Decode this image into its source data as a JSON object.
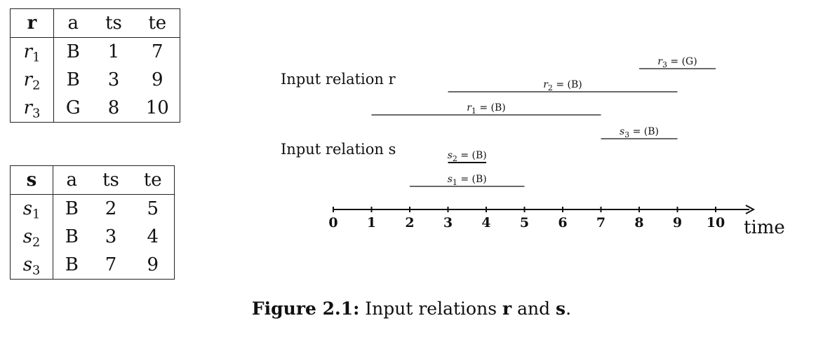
{
  "relations": {
    "r": {
      "header": [
        "r",
        "a",
        "ts",
        "te"
      ],
      "rows": [
        {
          "base": "r",
          "sub": "1",
          "a": "B",
          "ts": "1",
          "te": "7"
        },
        {
          "base": "r",
          "sub": "2",
          "a": "B",
          "ts": "3",
          "te": "9"
        },
        {
          "base": "r",
          "sub": "3",
          "a": "G",
          "ts": "8",
          "te": "10"
        }
      ]
    },
    "s": {
      "header": [
        "s",
        "a",
        "ts",
        "te"
      ],
      "rows": [
        {
          "base": "s",
          "sub": "1",
          "a": "B",
          "ts": "2",
          "te": "5"
        },
        {
          "base": "s",
          "sub": "2",
          "a": "B",
          "ts": "3",
          "te": "4"
        },
        {
          "base": "s",
          "sub": "3",
          "a": "B",
          "ts": "7",
          "te": "9"
        }
      ]
    }
  },
  "timeline": {
    "group_labels": [
      "Input relation r",
      "Input relation s"
    ],
    "axis_label": "time",
    "ticks": [
      "0",
      "1",
      "2",
      "3",
      "4",
      "5",
      "6",
      "7",
      "8",
      "9",
      "10"
    ],
    "intervals": [
      {
        "group": "r",
        "base": "r",
        "sub": "3",
        "value": "(G)",
        "start": 8,
        "end": 10
      },
      {
        "group": "r",
        "base": "r",
        "sub": "2",
        "value": "(B)",
        "start": 3,
        "end": 9
      },
      {
        "group": "r",
        "base": "r",
        "sub": "1",
        "value": "(B)",
        "start": 1,
        "end": 7
      },
      {
        "group": "s",
        "base": "s",
        "sub": "3",
        "value": "(B)",
        "start": 7,
        "end": 9
      },
      {
        "group": "s",
        "base": "s",
        "sub": "2",
        "value": "(B)",
        "start": 3,
        "end": 4
      },
      {
        "group": "s",
        "base": "s",
        "sub": "1",
        "value": "(B)",
        "start": 2,
        "end": 5
      }
    ]
  },
  "caption": {
    "label": "Figure 2.1:",
    "text_prefix": " Input relations ",
    "r": "r",
    "middle": " and ",
    "s": "s",
    "end": "."
  }
}
